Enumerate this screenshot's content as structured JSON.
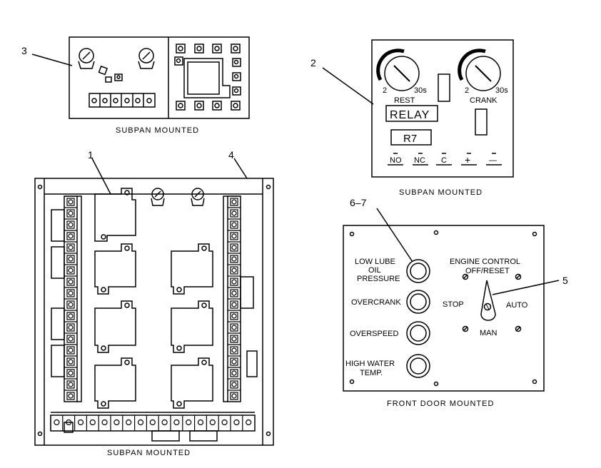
{
  "callouts": {
    "c1": "1",
    "c2": "2",
    "c3": "3",
    "c4": "4",
    "c5": "5",
    "c67": "6–7"
  },
  "captions": {
    "top_left": "SUBPAN MOUNTED",
    "top_right": "SUBPAN MOUNTED",
    "bottom_left": "SUBPAN MOUNTED",
    "bottom_right": "FRONT DOOR MOUNTED"
  },
  "relay_panel": {
    "dial_left_min": "2",
    "dial_left_max": "30s",
    "dial_left_label": "REST",
    "dial_right_min": "2",
    "dial_right_max": "30s",
    "dial_right_label": "CRANK",
    "relay_label": "RELAY",
    "relay_id": "R7",
    "terminals": [
      "NO",
      "NC",
      "C",
      "+",
      "—"
    ]
  },
  "door_panel": {
    "lamp_1": [
      "LOW LUBE",
      "OIL",
      "PRESSURE"
    ],
    "lamp_2": "OVERCRANK",
    "lamp_3": "OVERSPEED",
    "lamp_4": [
      "HIGH WATER",
      "TEMP."
    ],
    "switch_title": [
      "ENGINE CONTROL",
      "OFF/RESET"
    ],
    "switch_stop": "STOP",
    "switch_auto": "AUTO",
    "switch_man": "MAN"
  }
}
